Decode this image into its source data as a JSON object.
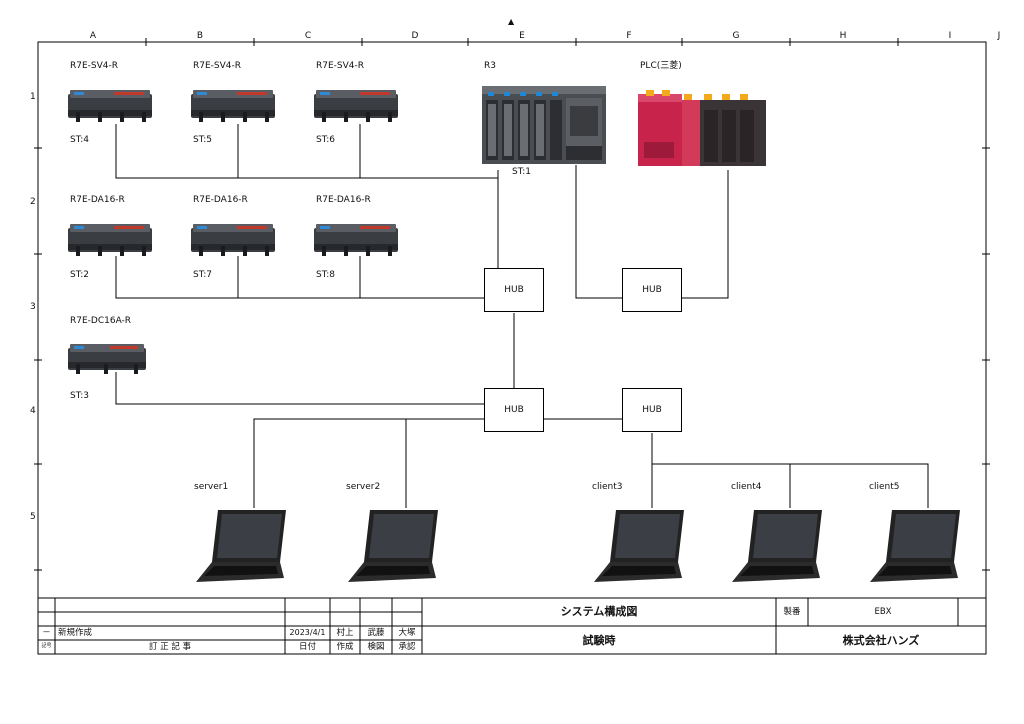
{
  "grid": {
    "columns": [
      "A",
      "B",
      "C",
      "D",
      "E",
      "F",
      "G",
      "H",
      "I",
      "J"
    ],
    "rows": [
      "1",
      "2",
      "3",
      "4",
      "5"
    ],
    "top_marker": "▲"
  },
  "modules": [
    {
      "model": "R7E-SV4-R",
      "station": "ST:4"
    },
    {
      "model": "R7E-SV4-R",
      "station": "ST:5"
    },
    {
      "model": "R7E-SV4-R",
      "station": "ST:6"
    },
    {
      "model": "R7E-DA16-R",
      "station": "ST:2"
    },
    {
      "model": "R7E-DA16-R",
      "station": "ST:7"
    },
    {
      "model": "R7E-DA16-R",
      "station": "ST:8"
    },
    {
      "model": "R7E-DC16A-R",
      "station": "ST:3"
    }
  ],
  "r3": {
    "model": "R3",
    "station": "ST:1"
  },
  "plc": {
    "label": "PLC(三菱)"
  },
  "hubs": [
    "HUB",
    "HUB",
    "HUB",
    "HUB"
  ],
  "computers": [
    "server1",
    "server2",
    "client3",
    "client4",
    "client5"
  ],
  "title_block": {
    "drawing_title": "システム構成図",
    "subtitle": "試験時",
    "product_no_label": "製番",
    "product_no": "EBX",
    "company": "株式会社ハンズ",
    "revision_mark": "－",
    "revision_note": "新規作成",
    "revision_date": "2023/4/1",
    "drawn_by": "村上",
    "checked_by": "武藤",
    "approved_by": "大塚",
    "rev_no_label": "記号",
    "rev_record_label": "訂 正 記 事",
    "date_label": "日付",
    "drawn_label": "作成",
    "checked_label": "検図",
    "approved_label": "承認"
  },
  "colors": {
    "module_body": "#3a3d42",
    "module_top": "#5a5e64",
    "module_accent": "#c0392b",
    "r3_body": "#4a4d52",
    "plc_red": "#c8234b",
    "plc_dark": "#3b3436",
    "plc_cap": "#f2a91c",
    "laptop": "#222222"
  }
}
